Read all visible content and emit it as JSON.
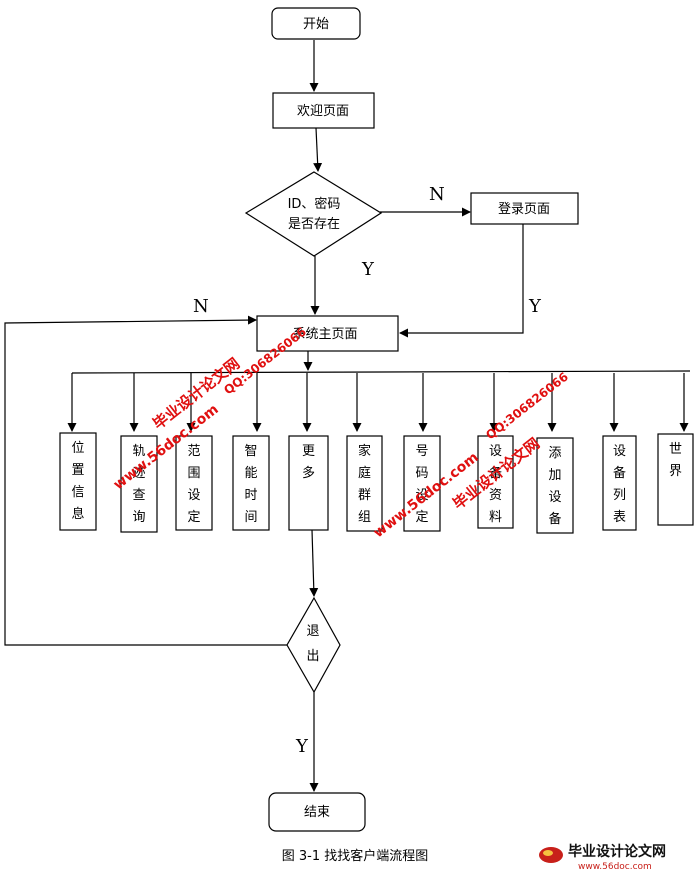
{
  "nodes": {
    "start": "开始",
    "welcome": "欢迎页面",
    "decision_line1": "ID、密码",
    "decision_line2": "是否存在",
    "login": "登录页面",
    "main": "系统主页面",
    "exit_line1": "退",
    "exit_line2": "出",
    "end": "结束"
  },
  "modules": [
    [
      "位",
      "置",
      "信",
      "息"
    ],
    [
      "轨",
      "迹",
      "查",
      "询"
    ],
    [
      "范",
      "围",
      "设",
      "定"
    ],
    [
      "智",
      "能",
      "时",
      "间"
    ],
    [
      "更",
      "多"
    ],
    [
      "家",
      "庭",
      "群",
      "组"
    ],
    [
      "号",
      "码",
      "设",
      "定"
    ],
    [
      "设",
      "备",
      "资",
      "料"
    ],
    [
      "添",
      "加",
      "设",
      "备"
    ],
    [
      "设",
      "备",
      "列",
      "表"
    ],
    [
      "世",
      "界"
    ]
  ],
  "edge_labels": {
    "decision_no": "N",
    "decision_yes": "Y",
    "login_yes": "Y",
    "loop_no": "N",
    "exit_yes": "Y"
  },
  "caption": "图 3-1  找找客户端流程图",
  "watermarks": {
    "site_cn": "毕业设计论文网",
    "site_url": "www.56doc.com",
    "qq": "QQ:306826066"
  },
  "logo": {
    "title": "毕业设计论文网",
    "url": "www.56doc.com"
  },
  "colors": {
    "line": "#000000",
    "watermark": "#e01010"
  }
}
